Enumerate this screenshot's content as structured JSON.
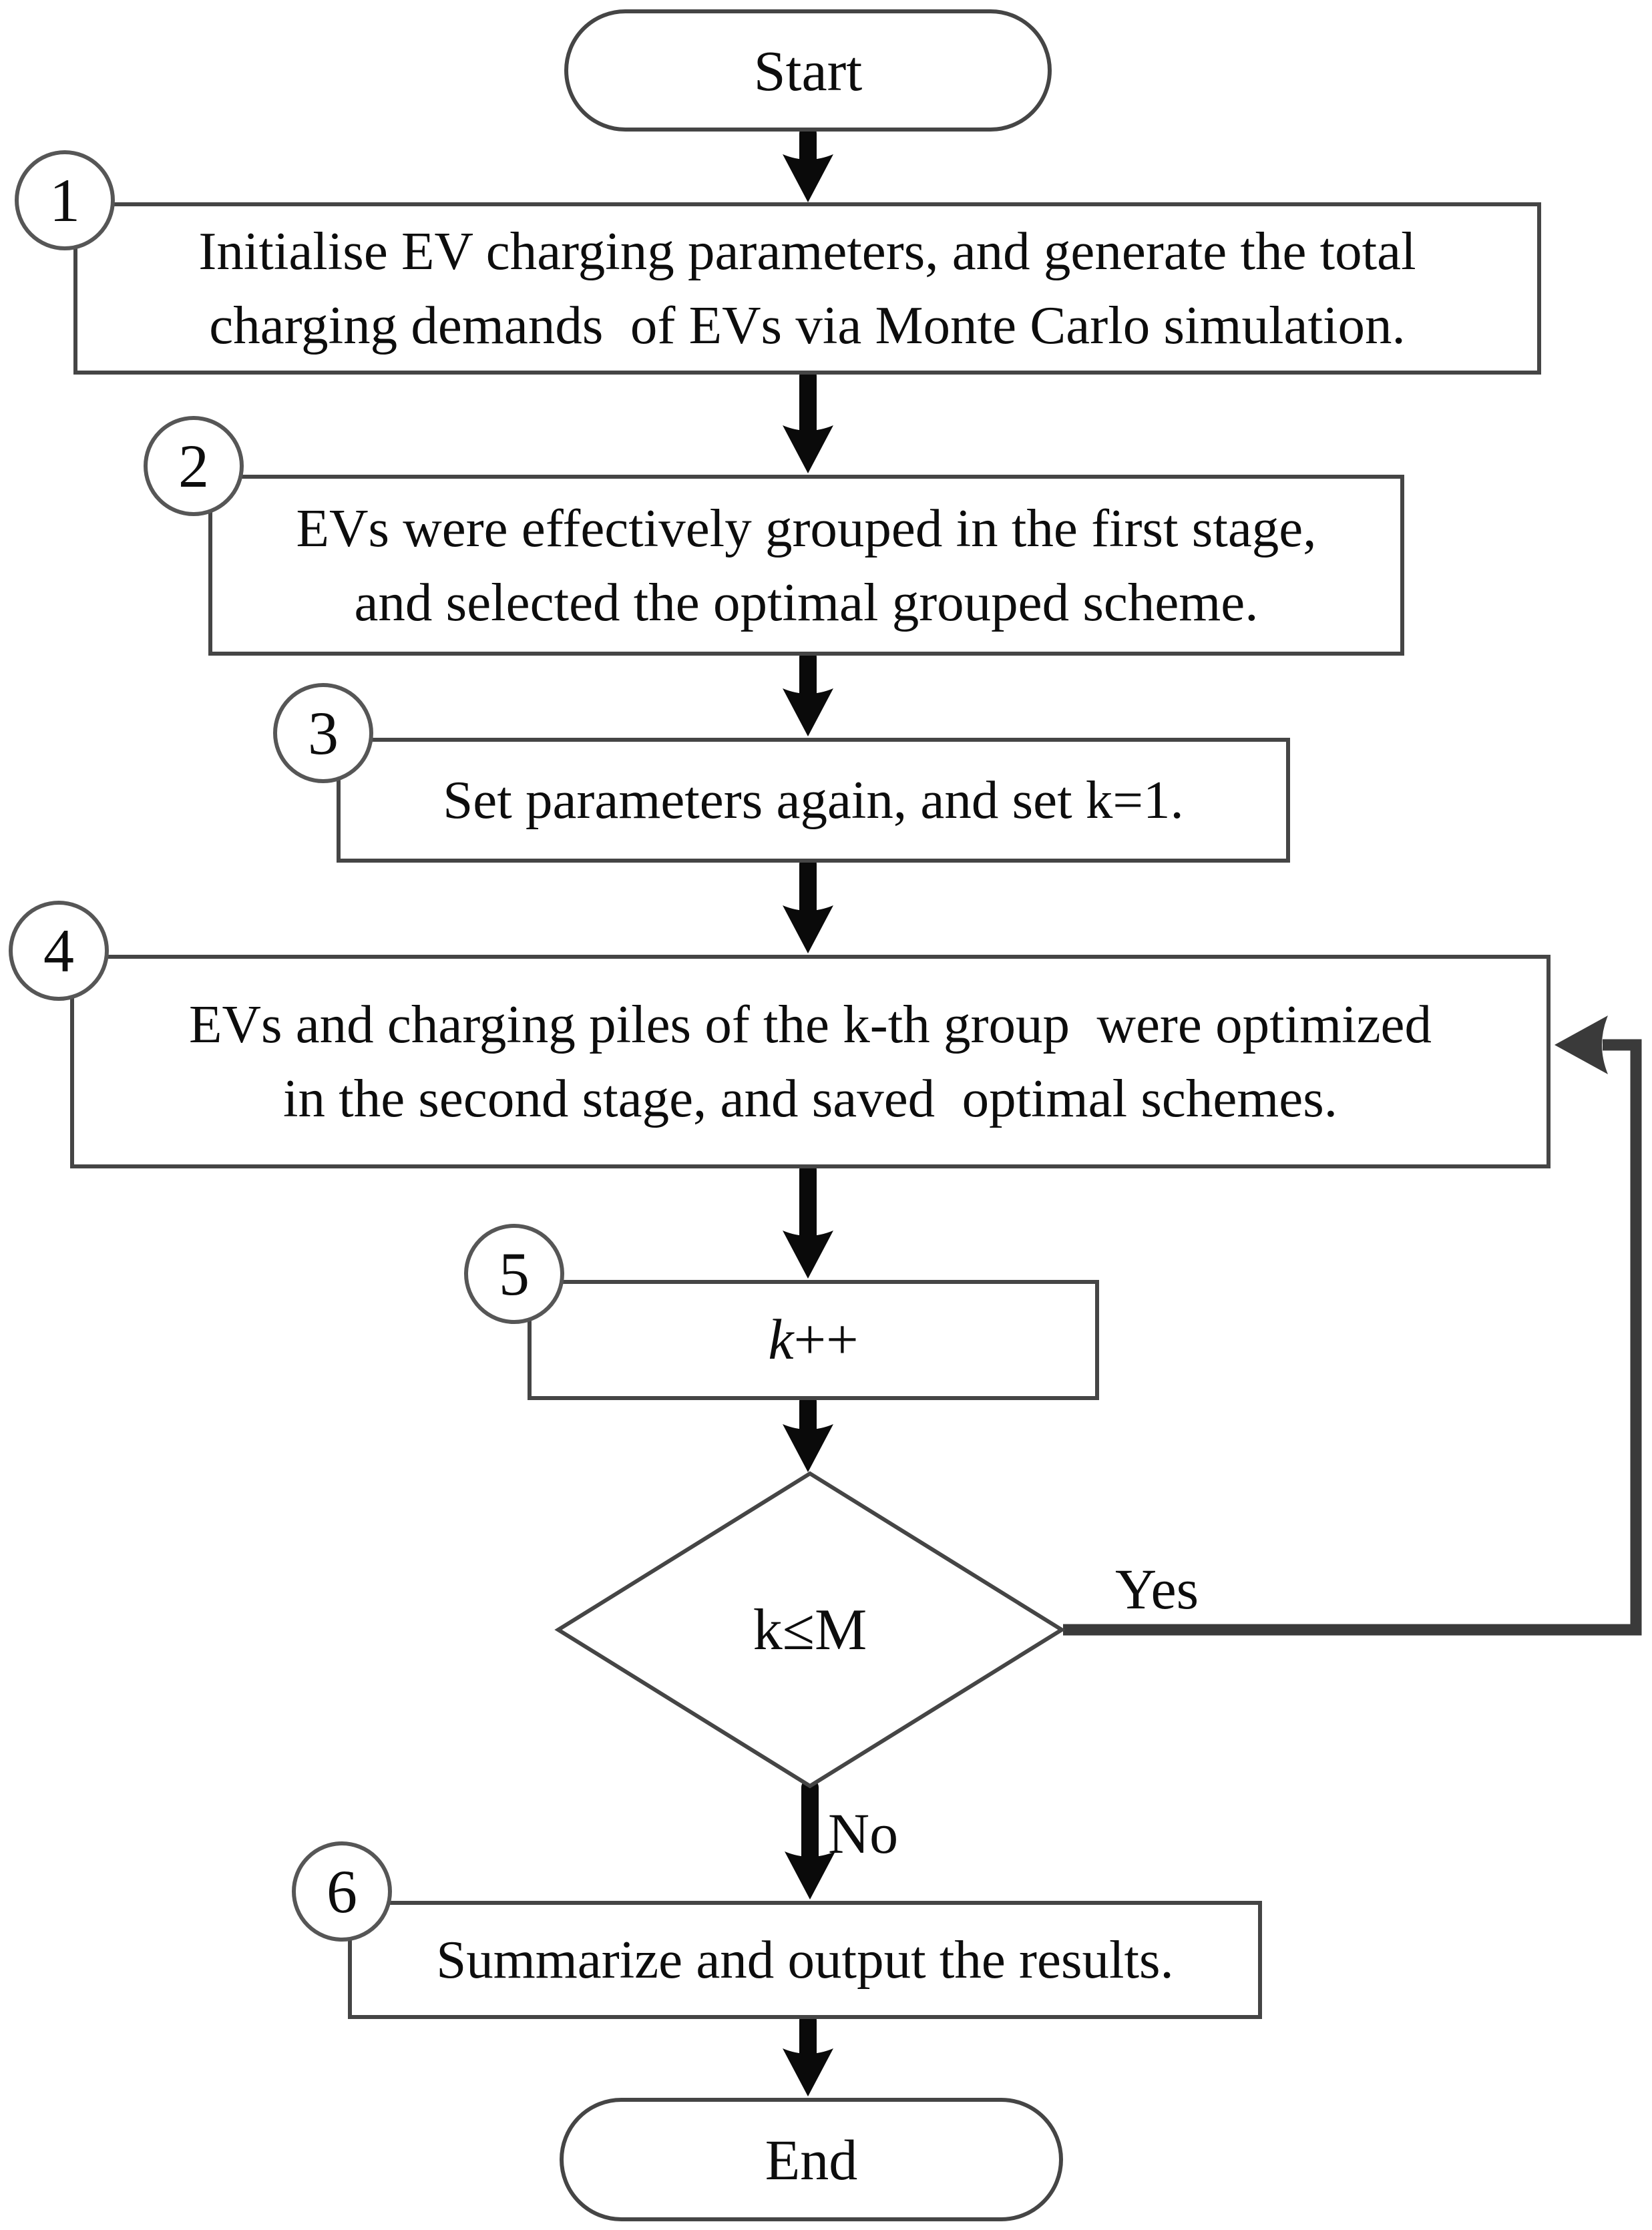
{
  "flowchart": {
    "title": "EV charging two-stage optimization flowchart",
    "start": {
      "label": "Start"
    },
    "steps": {
      "s1": {
        "badge": "1",
        "line1": "Initialise EV charging parameters, and generate the total",
        "line2": "charging demands  of EVs via Monte Carlo simulation."
      },
      "s2": {
        "badge": "2",
        "line1": "EVs were effectively grouped in the first stage,",
        "line2": "and selected the optimal grouped scheme."
      },
      "s3": {
        "badge": "3",
        "line1": "Set parameters again, and set k=1."
      },
      "s4": {
        "badge": "4",
        "line1": "EVs and charging piles of the k-th group  were optimized",
        "line2": "in the second stage, and saved  optimal schemes."
      },
      "s5": {
        "badge": "5",
        "var": "k",
        "op": "++"
      },
      "s6": {
        "badge": "6",
        "line1": "Summarize and output the results."
      }
    },
    "decision": {
      "label": "k≤M"
    },
    "edges": {
      "yes": "Yes",
      "no": "No"
    },
    "end": {
      "label": "End"
    }
  },
  "colors": {
    "background": "#ffffff",
    "outline": "#454545",
    "badge_outline": "#565656",
    "arrow": "#0a0a0a",
    "loop": "#3a3a3a",
    "text": "#0d0d0d"
  }
}
